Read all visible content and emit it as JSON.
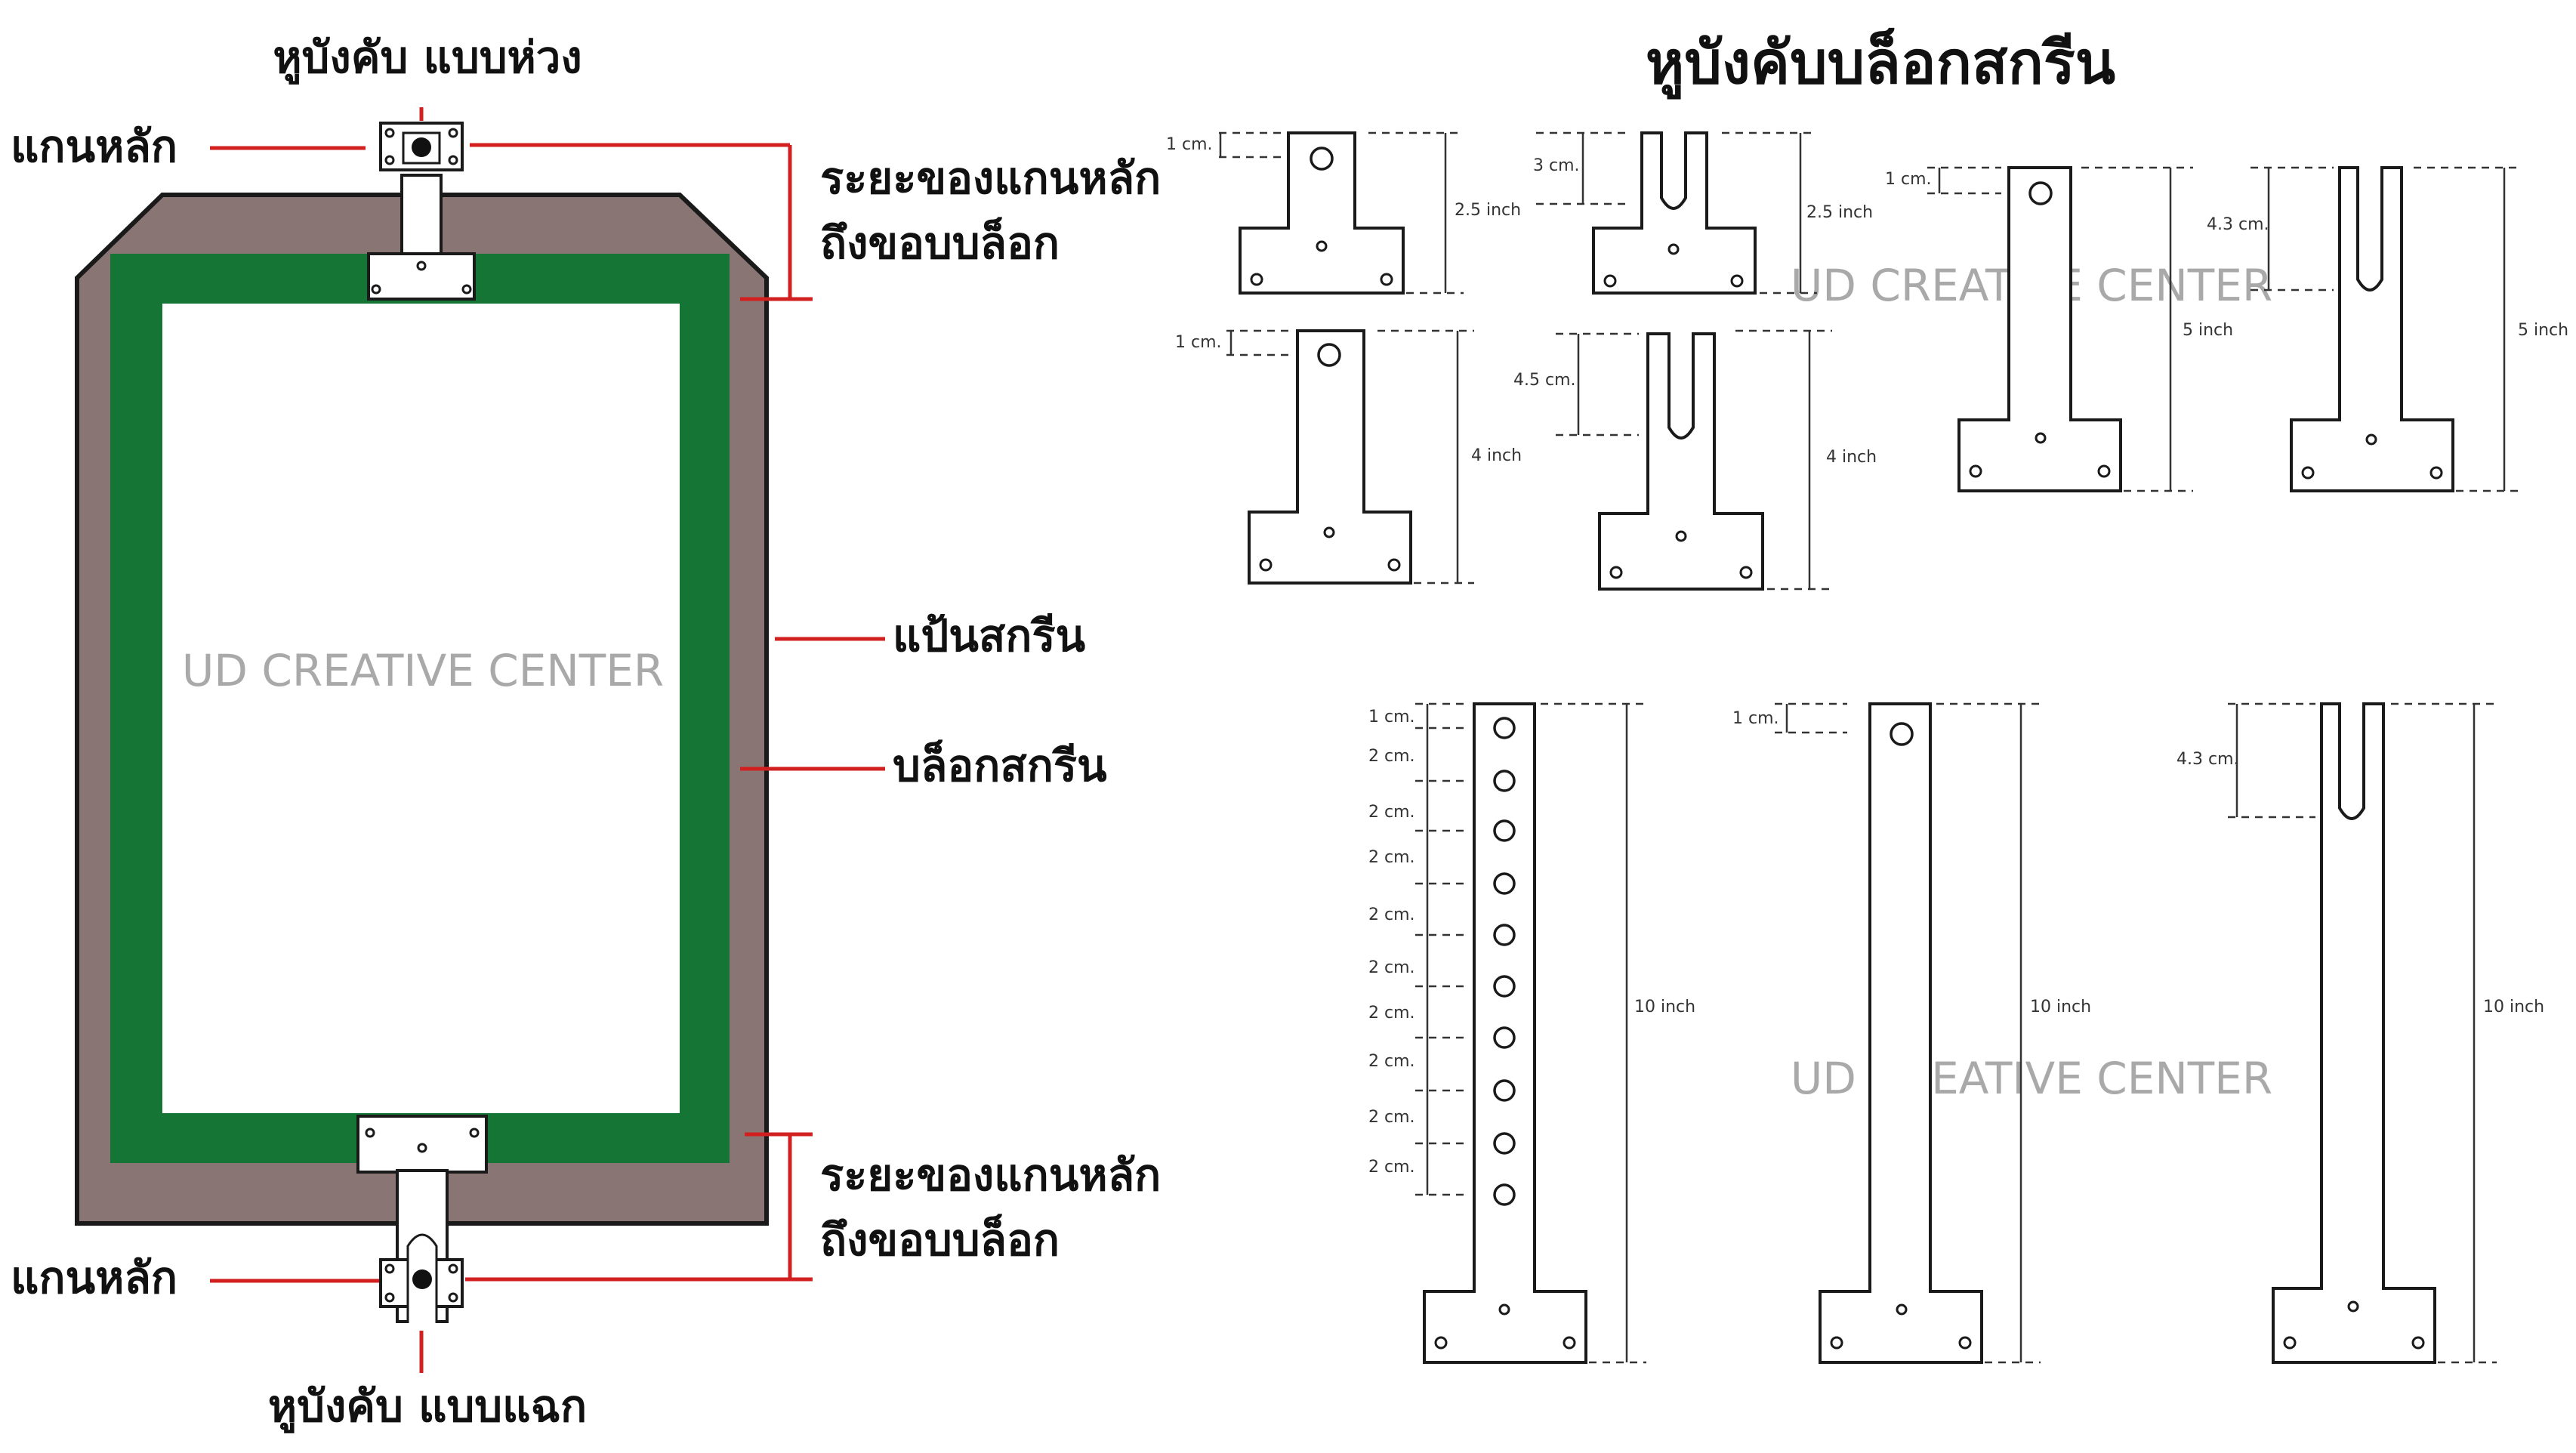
{
  "title": "หูบังคับบล็อกสกรีน",
  "watermark": "UD CREATIVE CENTER",
  "colors": {
    "frame": "#8a7575",
    "green": "#147534",
    "red": "#d21f1f",
    "outline": "#1a1a1a",
    "watermark": "#a9a9a9"
  },
  "labels": {
    "top_hinge": "หูบังคับ แบบห่วง",
    "bottom_hinge": "หูบังคับ แบบแฉก",
    "main_pin_top": "แกนหลัก",
    "main_pin_bottom": "แกนหลัก",
    "distance_top_1": "ระยะของแกนหลัก",
    "distance_top_2": "ถึงขอบบล็อก",
    "distance_bottom_1": "ระยะของแกนหลัก",
    "distance_bottom_2": "ถึงขอบบล็อก",
    "screen_base": "แป้นสกรีน",
    "screen_block": "บล็อกสกรีน"
  },
  "dims": {
    "one_cm": "1 cm.",
    "two_cm": "2 cm.",
    "three_cm": "3 cm.",
    "four_three_cm": "4.3 cm.",
    "four_five_cm": "4.5 cm.",
    "two_five_inch": "2.5 inch",
    "four_inch": "4 inch",
    "five_inch": "5 inch",
    "ten_inch": "10 inch"
  }
}
